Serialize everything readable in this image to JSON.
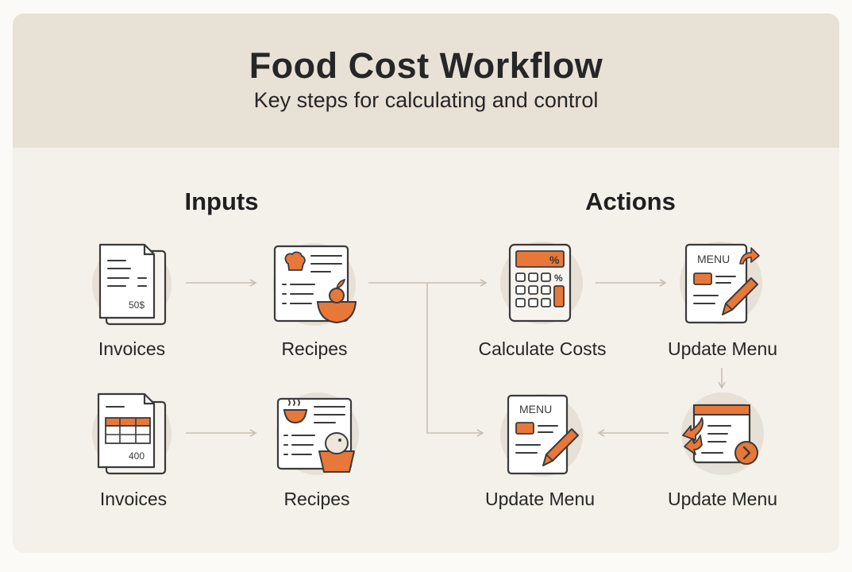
{
  "header": {
    "title": "Food Cost Workflow",
    "subtitle": "Key steps for calculating and control"
  },
  "sections": {
    "inputs": "Inputs",
    "actions": "Actions"
  },
  "nodes": {
    "invoices_1": {
      "label": "Invoices",
      "amount": "50$",
      "icon": "invoice-icon"
    },
    "recipes_1": {
      "label": "Recipes",
      "icon": "recipe-card-icon"
    },
    "invoices_2": {
      "label": "Invoices",
      "amount": "400",
      "icon": "invoice-table-icon"
    },
    "recipes_2": {
      "label": "Recipes",
      "icon": "recipe-card-icon"
    },
    "calculate": {
      "label": "Calculate Costs",
      "percent": "%",
      "icon": "calculator-icon"
    },
    "update_menu_1": {
      "label": "Update Menu",
      "menu_text": "MENU",
      "icon": "menu-edit-icon"
    },
    "update_menu_2": {
      "label": "Update Menu",
      "icon": "menu-publish-icon"
    },
    "update_menu_3": {
      "label": "Update Menu",
      "menu_text": "MENU",
      "icon": "menu-edit-icon"
    }
  },
  "colors": {
    "accent": "#e8773a",
    "outline": "#3a3a3a",
    "header_bg": "#e8e1d6",
    "body_bg": "#f4f0ea",
    "icon_bg": "#e6e0d6",
    "arrow": "#c9bfb1"
  }
}
